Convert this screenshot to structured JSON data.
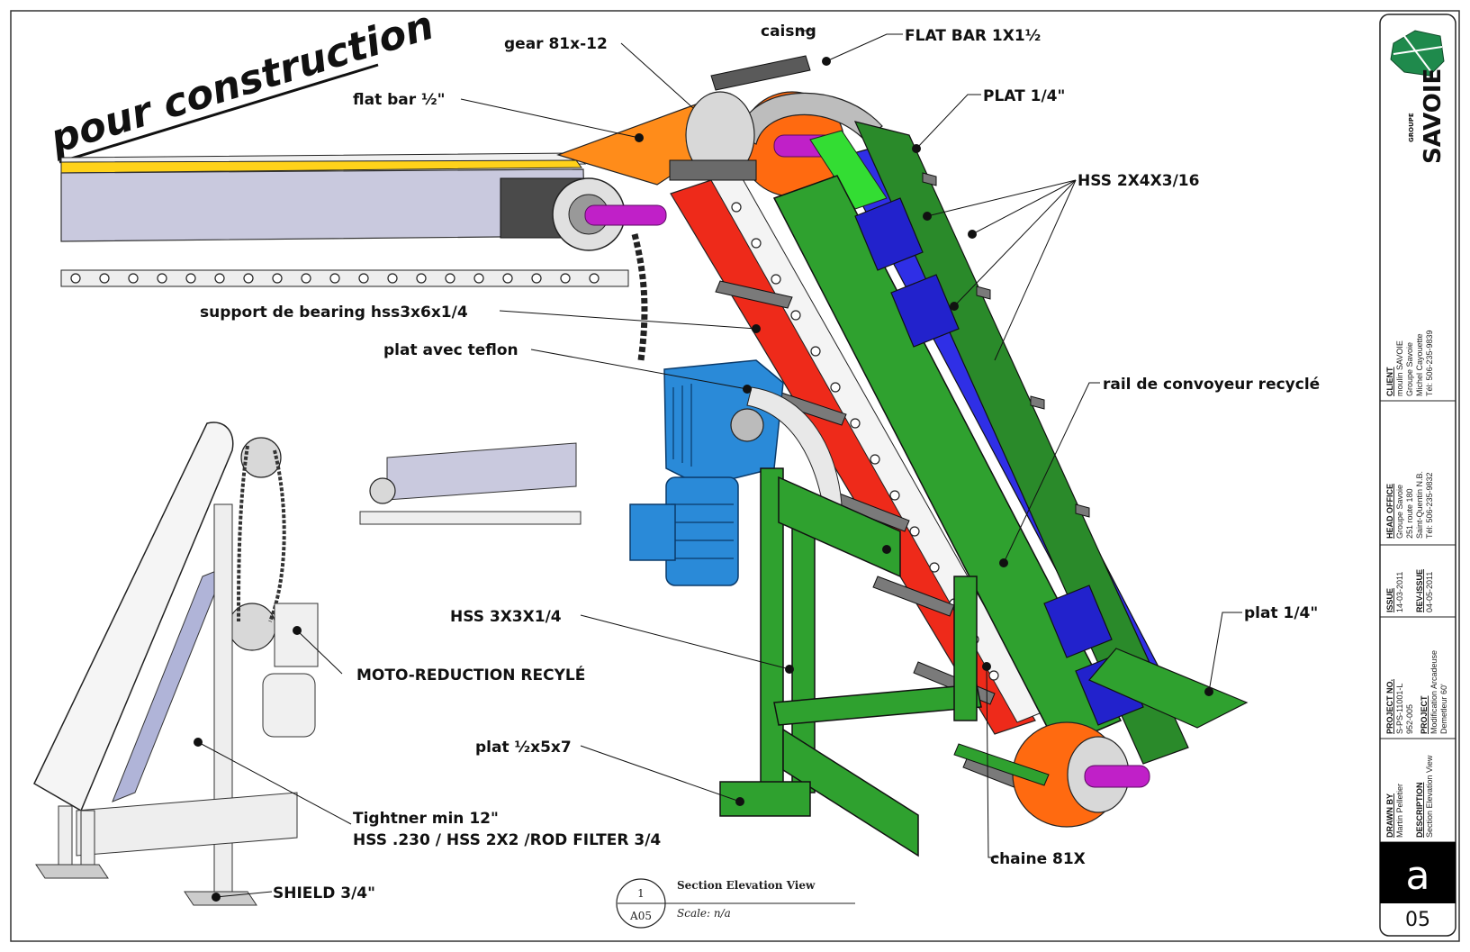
{
  "stamp": "pour construction",
  "colors": {
    "frame_green": "#2fa12f",
    "belt_blue": "#2f2fe6",
    "frame_red": "#ee2a1a",
    "roller_orange": "#ff6a10",
    "shaft_magenta": "#c020c8",
    "motor_blue": "#2a8ad8",
    "guard_orange": "#ff8c1a",
    "rail_grey": "#c9c9de",
    "savoie_green": "#1f8a4c"
  },
  "callouts": {
    "gear": "gear 81x-12",
    "caisng": "caisng",
    "flat_bar_1x": "FLAT BAR 1X1½",
    "flat_bar_half": "flat bar ½\"",
    "plat_quarter_upper": "PLAT 1/4\"",
    "hss_2x4": "HSS 2X4X3/16",
    "support_bearing": "support de bearing hss3x6x1/4",
    "plat_teflon": "plat avec teflon",
    "rail_recycle": "rail de convoyeur recyclé",
    "hss_3x3": "HSS 3X3X1/4",
    "plat_quarter_lower": "plat 1/4\"",
    "moto_reduction": "MOTO-REDUCTION RECYLÉ",
    "plat_half_5x7": "plat ½x5x7",
    "tightner_line1": "Tightner min 12\"",
    "tightner_line2": "HSS .230 / HSS 2X2 /ROD FILTER 3/4",
    "chaine": "chaine 81X",
    "shield": "SHIELD 3/4\""
  },
  "view_marker": {
    "number": "1",
    "sheet_ref": "A05",
    "title": "Section Elevation View",
    "scale": "Scale:  n/a"
  },
  "title_block": {
    "logo_word": "SAVOIE",
    "logo_prefix": "GROUPE",
    "client": {
      "caption": "CLIENT",
      "lines": [
        "moulin SAVOIE",
        "Groupe Savoie",
        "Michel Cayouette",
        "Tél: 506-235-9839"
      ]
    },
    "head_office": {
      "caption": "HEAD OFFICE",
      "lines": [
        "Groupe Savoie",
        "251 route 180",
        "Saint-Quentin N.B.",
        "Tél: 506-235-9832"
      ]
    },
    "issue": {
      "caption": "ISSUE",
      "value": "14-03-2011"
    },
    "rev_issue": {
      "caption": "REV-ISSUE",
      "value": "04-05-2011"
    },
    "project_no": {
      "caption": "PROJECT NO.",
      "lines": [
        "S-PS-11001-L",
        "952-005"
      ]
    },
    "project": {
      "caption": "PROJECT",
      "lines": [
        "Modification Arcadeuse",
        "Demetleur 60'"
      ]
    },
    "drawn_by": {
      "caption": "DRAWN BY",
      "value": "Martin Pelletier"
    },
    "description": {
      "caption": "DESCRIPTION",
      "value": "Section Elevation View"
    },
    "sheet_letter": "a",
    "sheet_number": "05"
  }
}
